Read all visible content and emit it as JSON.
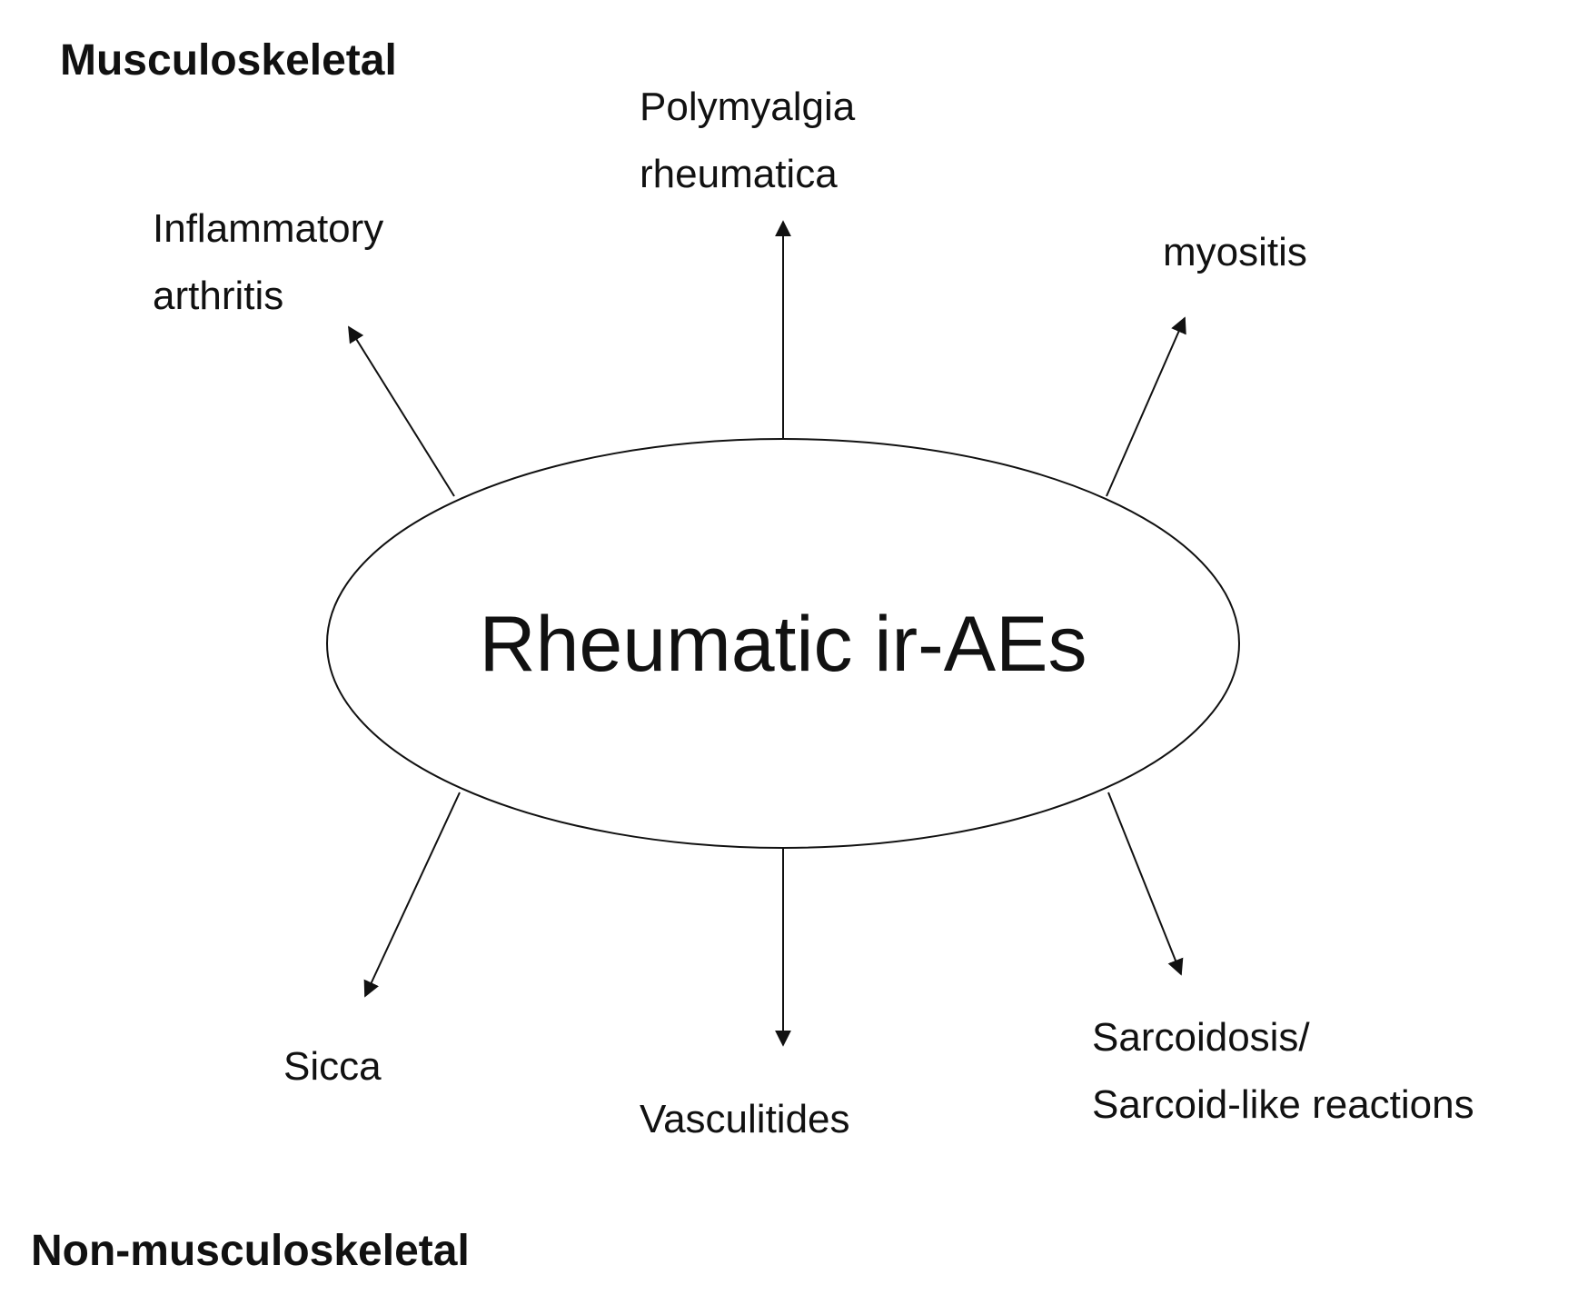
{
  "headings": {
    "top": "Musculoskeletal",
    "bottom": "Non-musculoskeletal"
  },
  "center": {
    "label": "Rheumatic ir-AEs"
  },
  "nodes": {
    "inflammatory_arthritis": [
      "Inflammatory",
      "arthritis"
    ],
    "polymyalgia_rheumatica": [
      "Polymyalgia",
      "rheumatica"
    ],
    "myositis": [
      "myositis"
    ],
    "sicca": [
      "Sicca"
    ],
    "vasculitides": [
      "Vasculitides"
    ],
    "sarcoidosis": [
      "Sarcoidosis/",
      "Sarcoid-like reactions"
    ]
  },
  "colors": {
    "stroke": "#111111",
    "text": "#111111",
    "background": "#ffffff"
  }
}
